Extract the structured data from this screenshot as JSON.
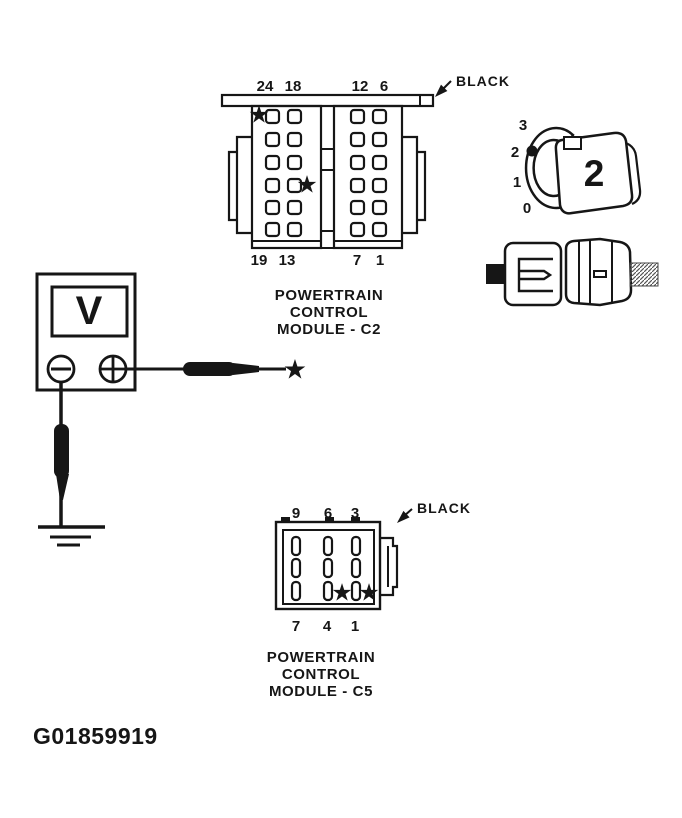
{
  "figure_id": "G01859919",
  "colors": {
    "ink": "#161616",
    "paper": "#ffffff"
  },
  "icons": {
    "star": "★"
  },
  "voltmeter": {
    "display_label": "V"
  },
  "range_dial": {
    "scale_labels": [
      "3",
      "2",
      "1",
      "0"
    ],
    "selected_position": "2"
  },
  "connector_c2": {
    "color_label": "BLACK",
    "caption": [
      "POWERTRAIN",
      "CONTROL",
      "MODULE - C2"
    ],
    "top_pin_labels": [
      "24",
      "18",
      "12",
      "6"
    ],
    "bottom_pin_labels": [
      "19",
      "13",
      "7",
      "1"
    ]
  },
  "connector_c5": {
    "color_label": "BLACK",
    "caption": [
      "POWERTRAIN",
      "CONTROL",
      "MODULE - C5"
    ],
    "top_pin_labels": [
      "9",
      "6",
      "3"
    ],
    "bottom_pin_labels": [
      "7",
      "4",
      "1"
    ]
  }
}
